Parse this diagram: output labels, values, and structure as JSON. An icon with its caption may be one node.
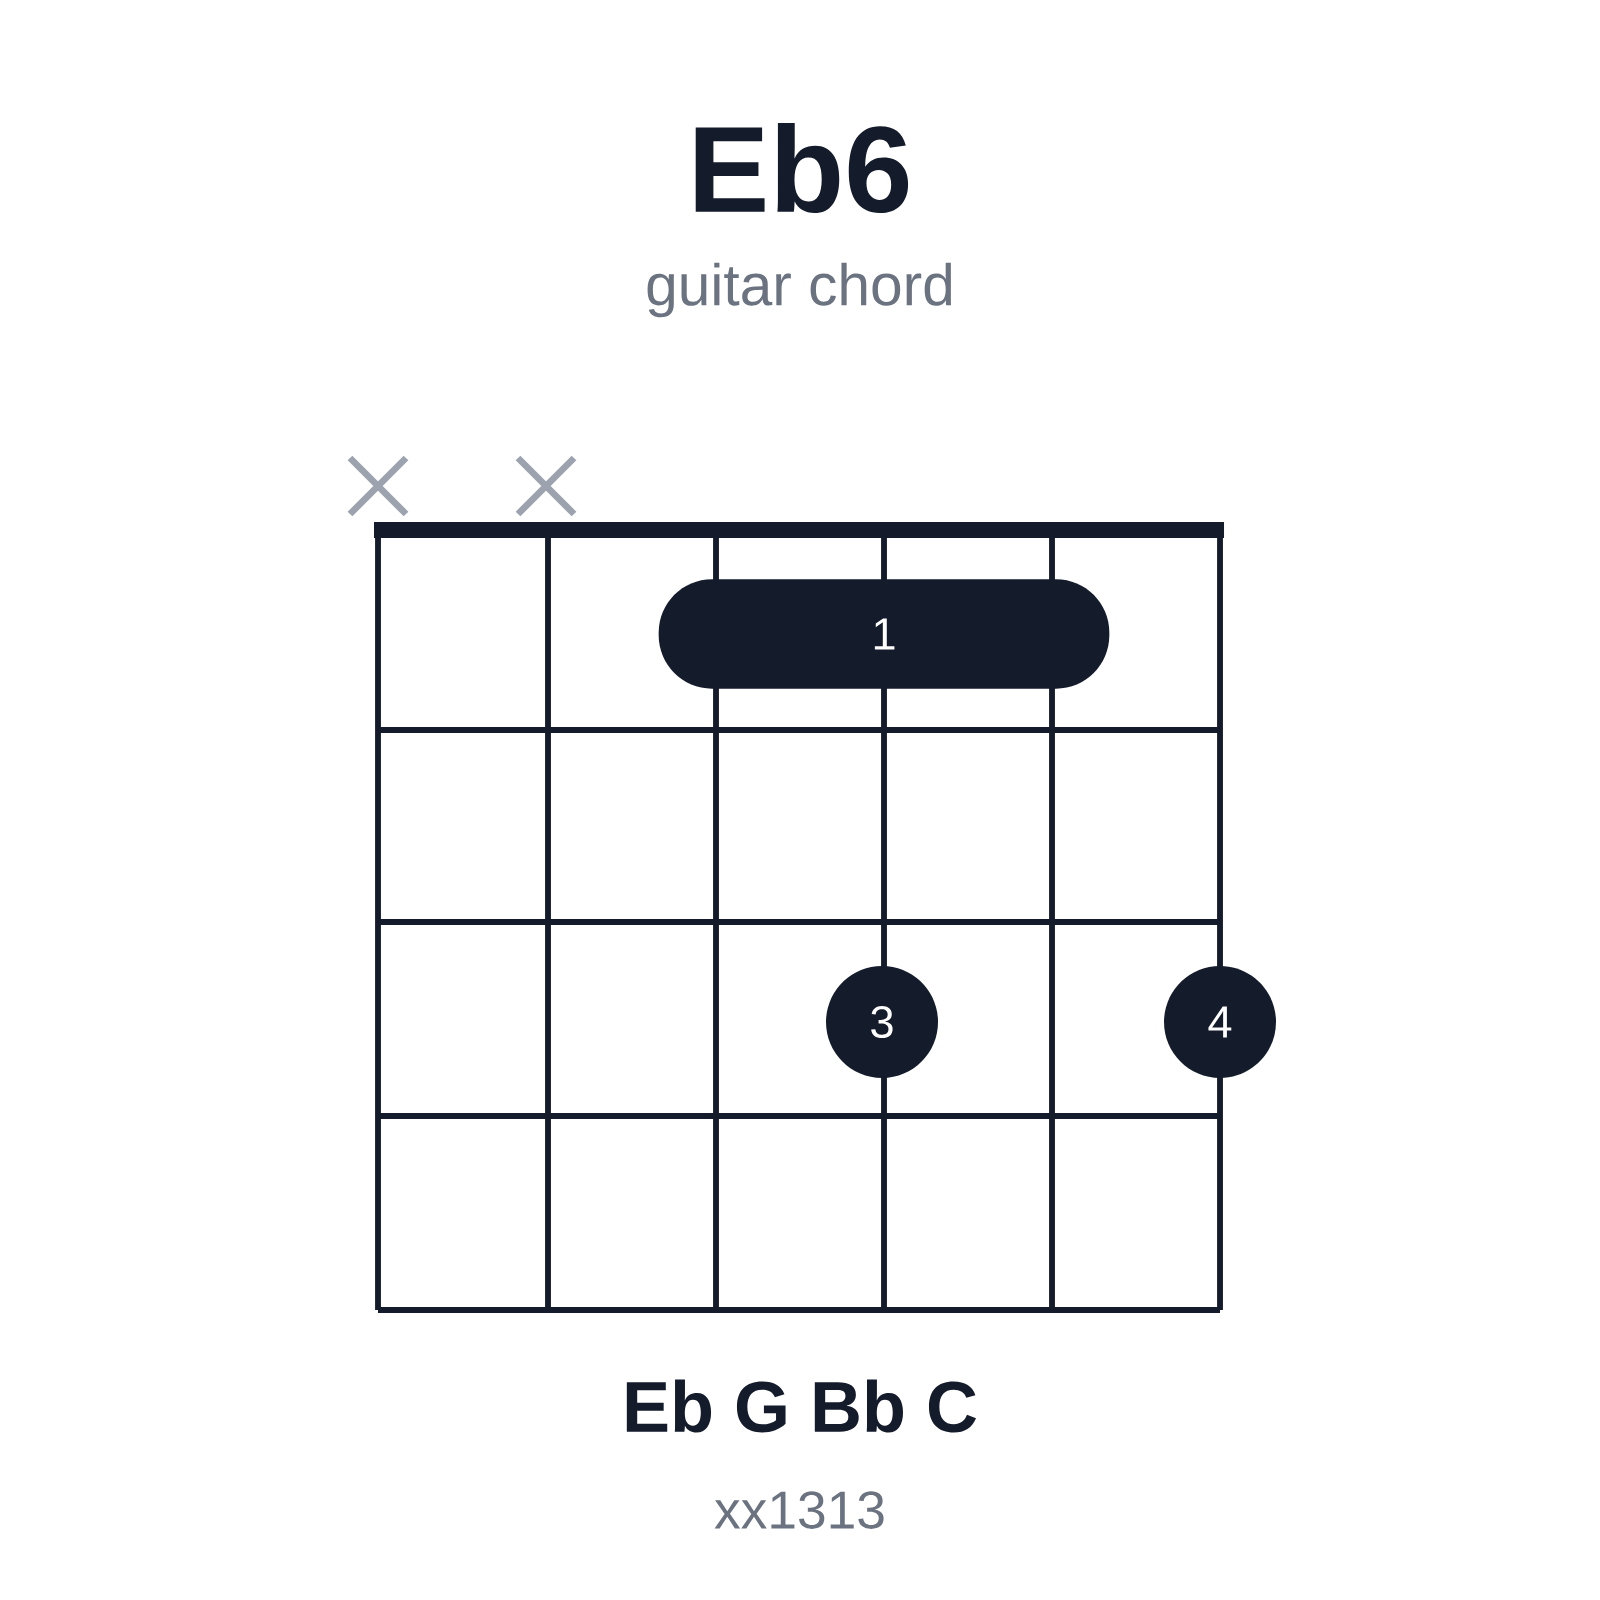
{
  "diagram": {
    "title": "Eb6",
    "nodes": [
      {
        "text": [
          "1"
        ]
      },
      {
        "text": [
          "3"
        ]
      },
      {
        "text": [
          "4"
        ]
      }
    ],
    "labels": [
      "guitar chord",
      "Eb G Bb C",
      "xx1313"
    ]
  }
}
